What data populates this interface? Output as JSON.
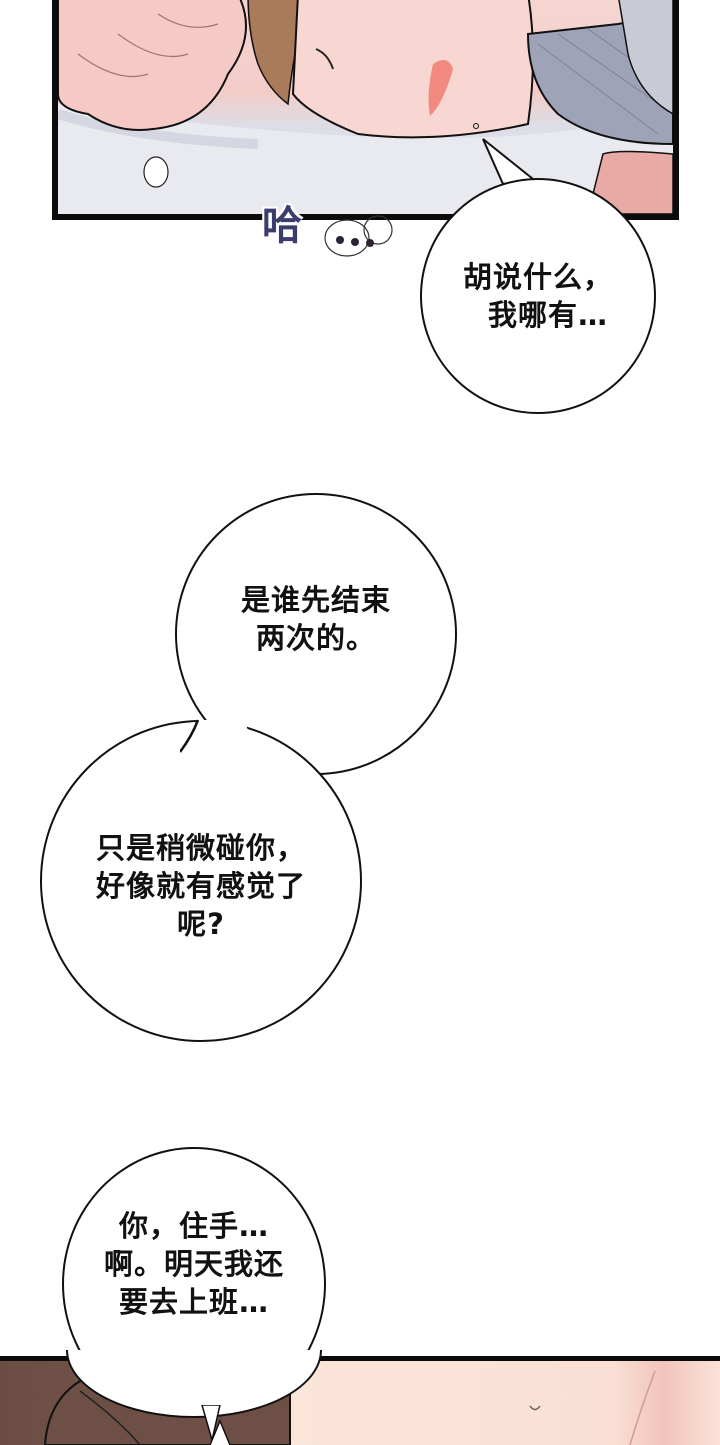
{
  "page": {
    "type": "webtoon-comic-page",
    "background_color": "#ffffff",
    "border_color": "#0b0b0b"
  },
  "panels": [
    {
      "id": "top-panel",
      "description": "Close-up of character lying on snowy ground, face and fist visible",
      "sound_effect": {
        "text": "哈",
        "dots": "…",
        "color": "#3a3d6e"
      }
    },
    {
      "id": "bottom-panel",
      "description": "Partial view of brown-haired character and skin tones (cropped)"
    }
  ],
  "speech_bubbles": [
    {
      "id": "bubble-1",
      "lines": [
        "胡说什么，",
        "我哪有…"
      ]
    },
    {
      "id": "bubble-2",
      "lines": [
        "是谁先结束",
        "两次的。"
      ]
    },
    {
      "id": "bubble-3",
      "lines": [
        "只是稍微碰你，",
        "好像就有感觉了",
        "呢?"
      ]
    },
    {
      "id": "bubble-4",
      "lines": [
        "你，住手…",
        "啊。明天我还",
        "要去上班…"
      ]
    }
  ]
}
